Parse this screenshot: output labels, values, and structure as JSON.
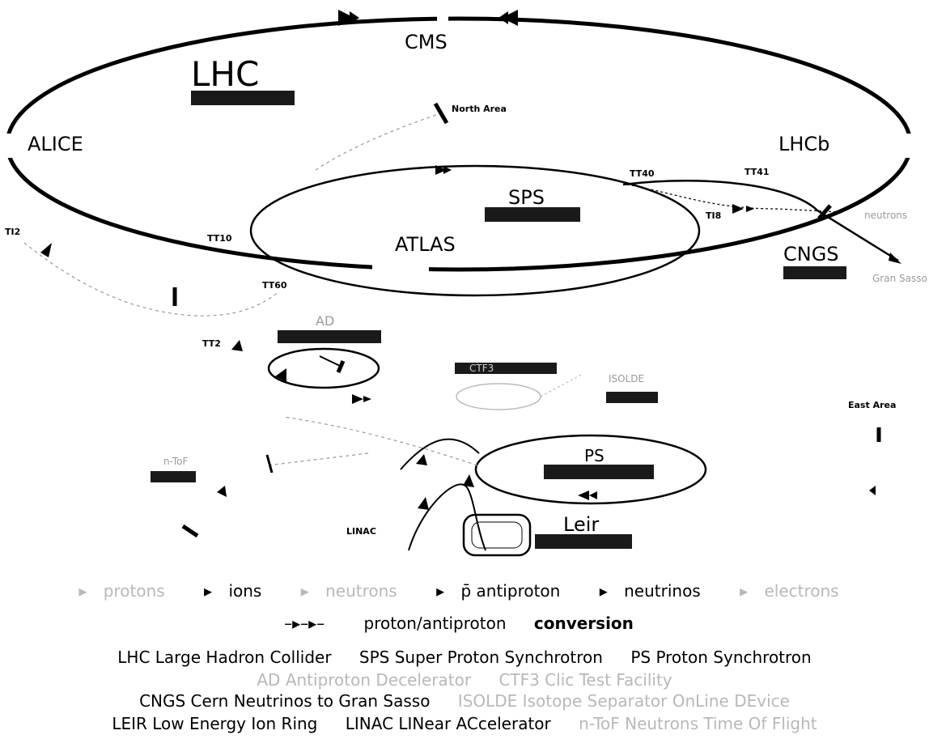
{
  "rings": {
    "lhc": "LHC",
    "sps": "SPS",
    "ps": "PS",
    "leir": "Leir",
    "cngs": "CNGS"
  },
  "experiments": {
    "cms": "CMS",
    "alice": "ALICE",
    "lhcb": "LHCb",
    "atlas": "ATLAS"
  },
  "lines": {
    "north_area": "North Area",
    "east_area": "East Area",
    "tt40": "TT40",
    "tt41": "TT41",
    "ti8": "TI8",
    "ti2": "TI2",
    "tt10": "TT10",
    "tt60": "TT60",
    "tt2": "TT2",
    "linac": "LINAC"
  },
  "faded_labels": {
    "ad": "AD",
    "isolde": "ISOLDE",
    "ntof": "n-ToF",
    "ctf3": "CTF3",
    "gran_sasso": "Gran Sasso",
    "neutrons": "neutrons"
  },
  "legend": {
    "protons": "protons",
    "ions": "ions",
    "neutrons": "neutrons",
    "antiprotons": "p̄ antiproton",
    "neutrinos": "neutrinos",
    "electrons": "electrons",
    "conversion_prefix": "proton/antiproton",
    "conversion_suffix": "conversion"
  },
  "abbreviations": {
    "row1": [
      "LHC Large Hadron Collider",
      "SPS Super Proton Synchrotron",
      "PS Proton Synchrotron"
    ],
    "row2": [
      "AD Antiproton Decelerator",
      "CTF3 Clic Test Facility"
    ],
    "row3": [
      "CNGS Cern Neutrinos to Gran Sasso",
      "ISOLDE Isotope Separator OnLine DEvice"
    ],
    "row4": [
      "LEIR Low Energy Ion Ring",
      "LINAC LINear ACcelerator",
      "n-ToF Neutrons Time Of Flight"
    ]
  },
  "colors": {
    "ink": "#000000",
    "label_bar": "#1a1a1a",
    "faded": "#b8b8b8"
  }
}
